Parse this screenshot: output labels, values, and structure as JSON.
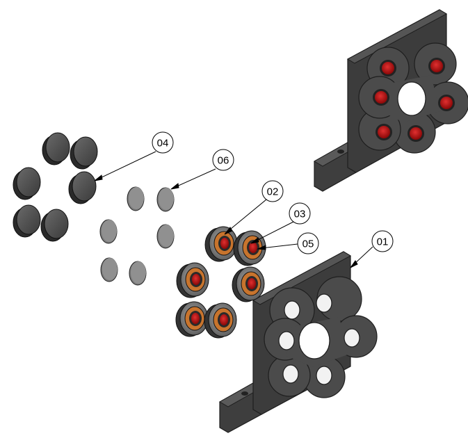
{
  "callouts": {
    "c01": "01",
    "c02": "02",
    "c03": "03",
    "c04": "04",
    "c05": "05",
    "c06": "06"
  },
  "colors": {
    "part_dark": "#4a4a4a",
    "part_mid": "#5c5c5c",
    "part_edge": "#1e1e1e",
    "disc_light": "#8c8c8c",
    "bearing_orange": "#c8742d",
    "bearing_red": "#c41414"
  }
}
